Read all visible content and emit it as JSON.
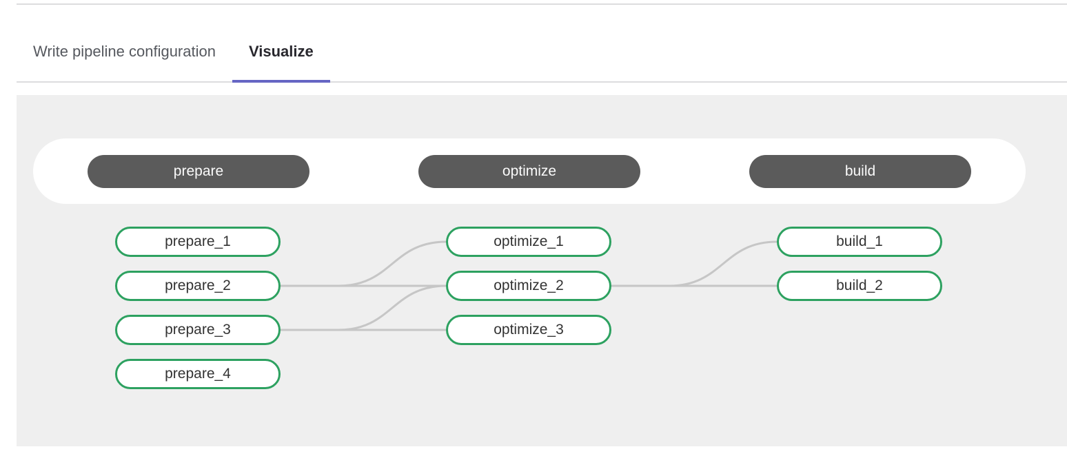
{
  "tabs": [
    {
      "label": "Write pipeline configuration",
      "active": false
    },
    {
      "label": "Visualize",
      "active": true
    }
  ],
  "pipeline_graph": {
    "stages": [
      {
        "name": "prepare",
        "jobs": [
          "prepare_1",
          "prepare_2",
          "prepare_3",
          "prepare_4"
        ]
      },
      {
        "name": "optimize",
        "jobs": [
          "optimize_1",
          "optimize_2",
          "optimize_3"
        ]
      },
      {
        "name": "build",
        "jobs": [
          "build_1",
          "build_2"
        ]
      }
    ],
    "links": [
      {
        "from": "prepare_2",
        "to": "optimize_1"
      },
      {
        "from": "prepare_2",
        "to": "optimize_2"
      },
      {
        "from": "prepare_3",
        "to": "optimize_2"
      },
      {
        "from": "prepare_3",
        "to": "optimize_3"
      },
      {
        "from": "optimize_2",
        "to": "build_1"
      },
      {
        "from": "optimize_2",
        "to": "build_2"
      }
    ]
  },
  "colors": {
    "accent": "#6666c4",
    "divider": "#dcdcde",
    "panel_bg": "#efefef",
    "stage_pill_bg": "#5b5b5b",
    "stage_pill_text": "#fbfbfb",
    "job_border": "#2da160",
    "job_text": "#333333",
    "link_line": "#c6c6c6",
    "tab_inactive_text": "#55585e",
    "tab_active_text": "#28272d"
  }
}
